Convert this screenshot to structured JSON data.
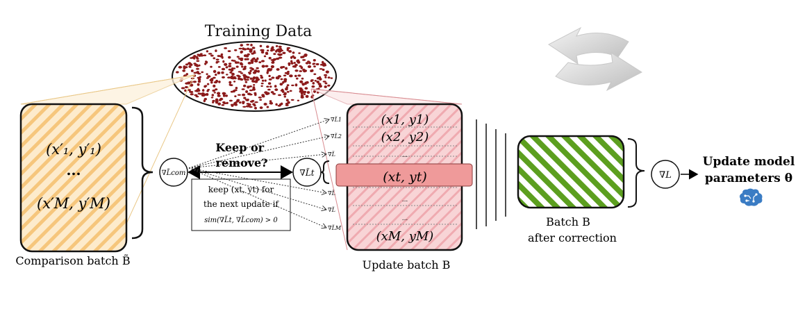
{
  "title": "Training Data",
  "comparison_batch": {
    "row_first": "(x′₁, y′₁)",
    "dots": "...",
    "row_last": "(x′M, y′M)",
    "caption": "Comparison batch B̃"
  },
  "grad_com_label": "∇L̃com",
  "keep_or_remove": "Keep or remove?",
  "grad_t_label": "∇L̃t",
  "rule_box": {
    "line1": "keep (xt, yt)  for",
    "line2": "the next update if",
    "line3": "sim(∇L̃t, ∇L̃com) > 0"
  },
  "per_sample_grads": [
    "∇L̃1",
    "∇L̃2",
    "∇L̃",
    "∇L̃",
    "∇L̃",
    "∇L̃M"
  ],
  "update_batch": {
    "rows": [
      "(x1, y1)",
      "(x2, y2)",
      "...",
      "(xt, yt)",
      "...",
      "...",
      "(xM, yM)"
    ],
    "caption": "Update batch B"
  },
  "corrected_batch": {
    "caption_line1": "Batch B",
    "caption_line2": "after correction"
  },
  "grad_label": "∇L",
  "output": {
    "line1": "Update model",
    "line2": "parameters θ"
  },
  "icons": [
    "refresh-cycle-icon",
    "brain-circuit-icon"
  ],
  "colors": {
    "comparison_fill": "#fde9c8",
    "comparison_stripe": "#f7c77a",
    "update_fill": "#f7cfd1",
    "update_stripe": "#ef9fa4",
    "highlight_row": "#ef9a9a",
    "corrected_stripe": "#5a9e1e",
    "dots": "#8b1a1a",
    "brain": "#3a7cc4"
  }
}
